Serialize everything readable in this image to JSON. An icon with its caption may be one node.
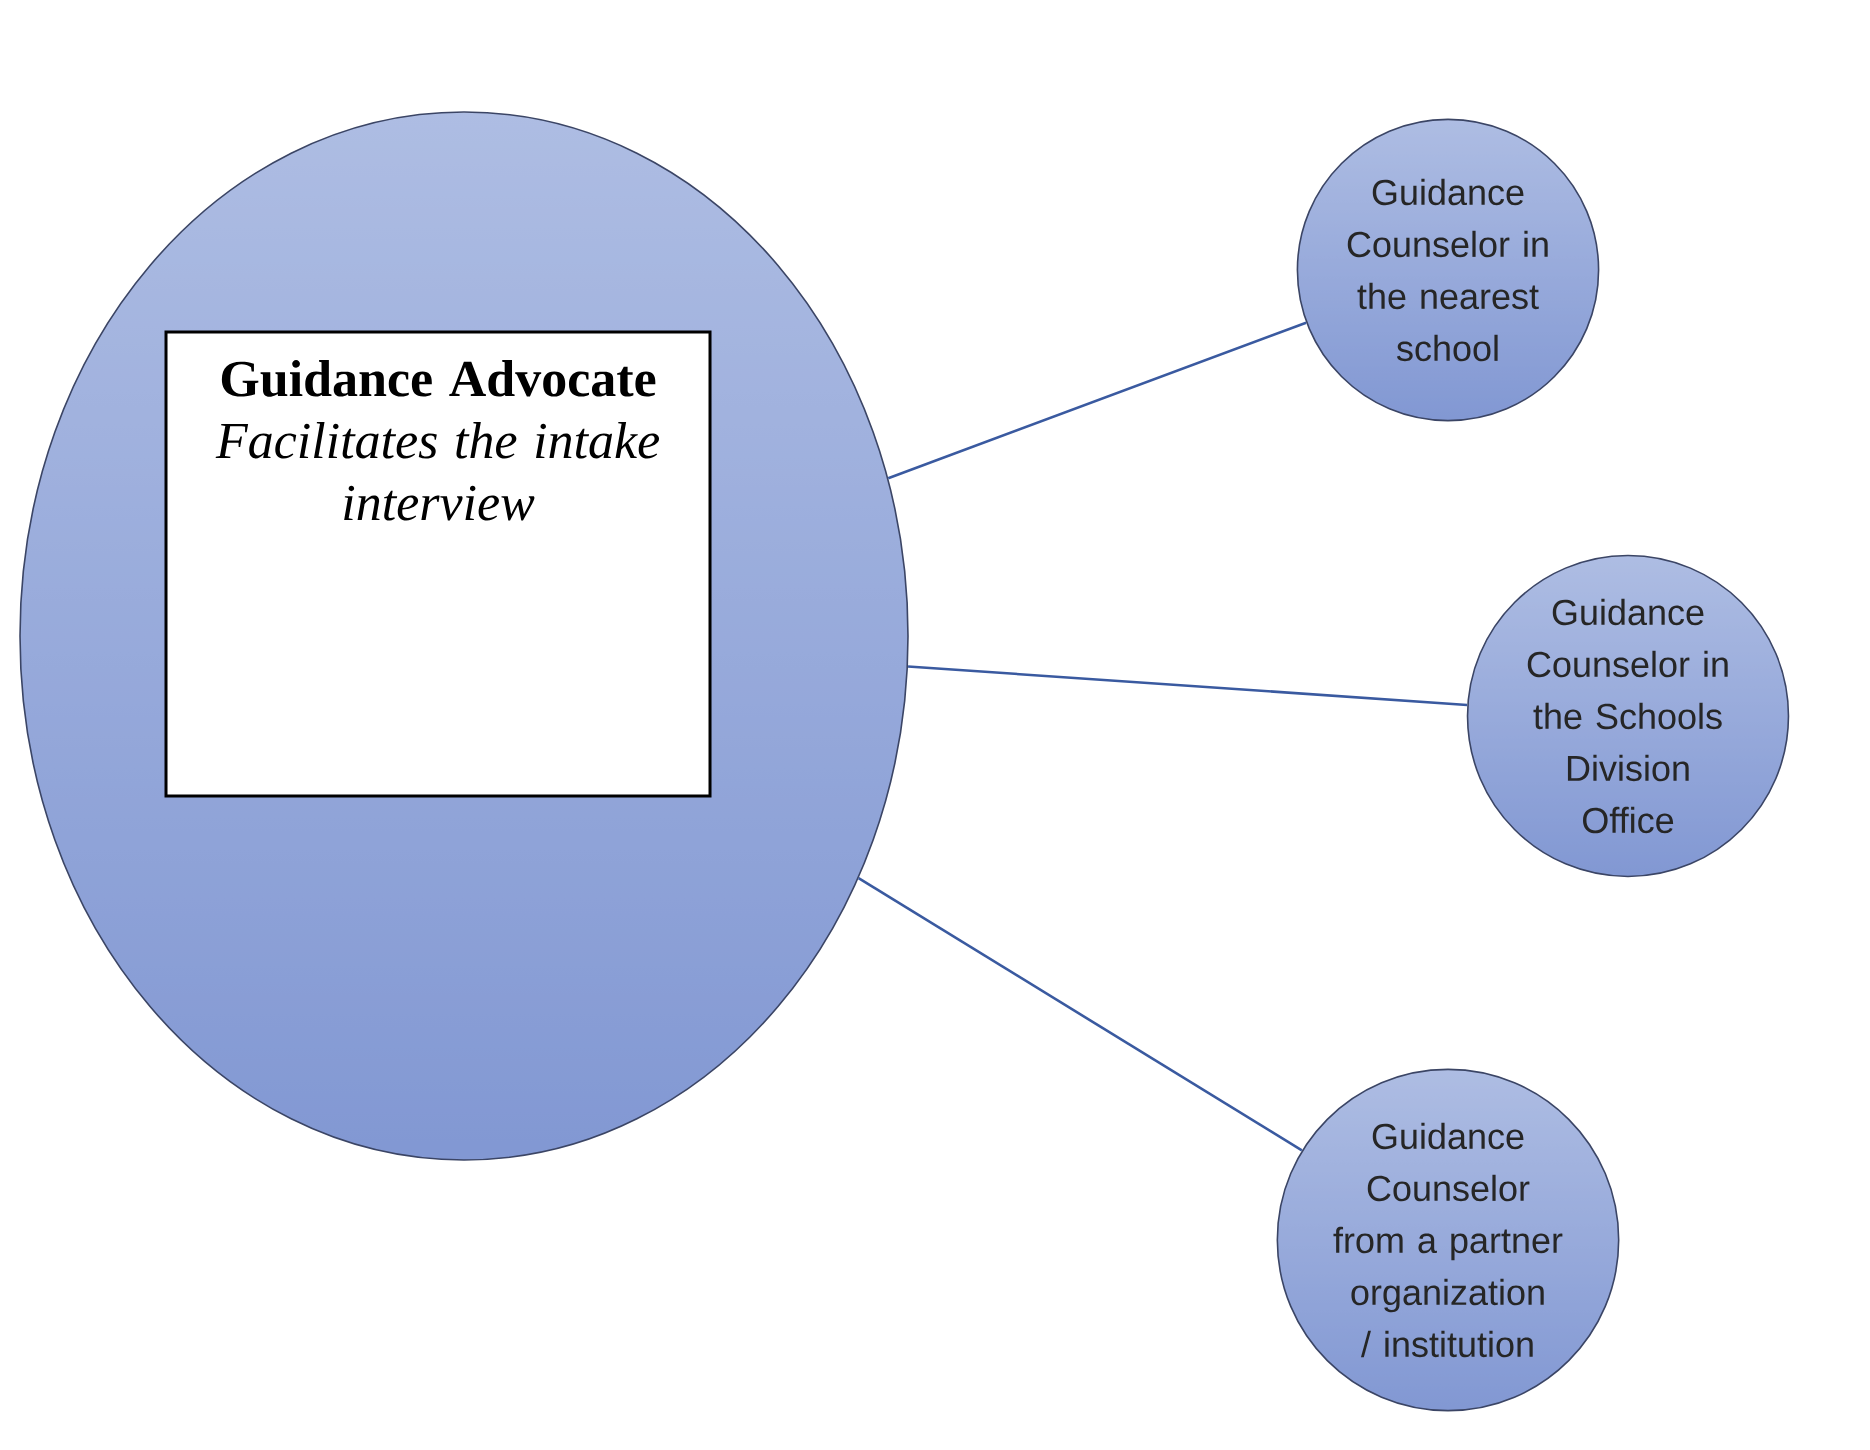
{
  "diagram": {
    "nodes": [
      {
        "text": [],
        "shape": "ellipse"
      },
      {
        "text": [
          "Guidance Advocate",
          "Facilitates the intake interview"
        ],
        "in": 0
      },
      {
        "text": [
          "Guidance Counselor in the nearest school"
        ]
      },
      {
        "text": [
          "Guidance Counselor in the Schools Division Office"
        ]
      },
      {
        "text": [
          "Guidance Counselor from a partner organization / institution"
        ]
      }
    ],
    "edges": [
      {
        "from": 0,
        "to": 2,
        "arrow": "none"
      },
      {
        "from": 0,
        "to": 3,
        "arrow": "none"
      },
      {
        "from": 0,
        "to": 4,
        "arrow": "none"
      }
    ]
  }
}
